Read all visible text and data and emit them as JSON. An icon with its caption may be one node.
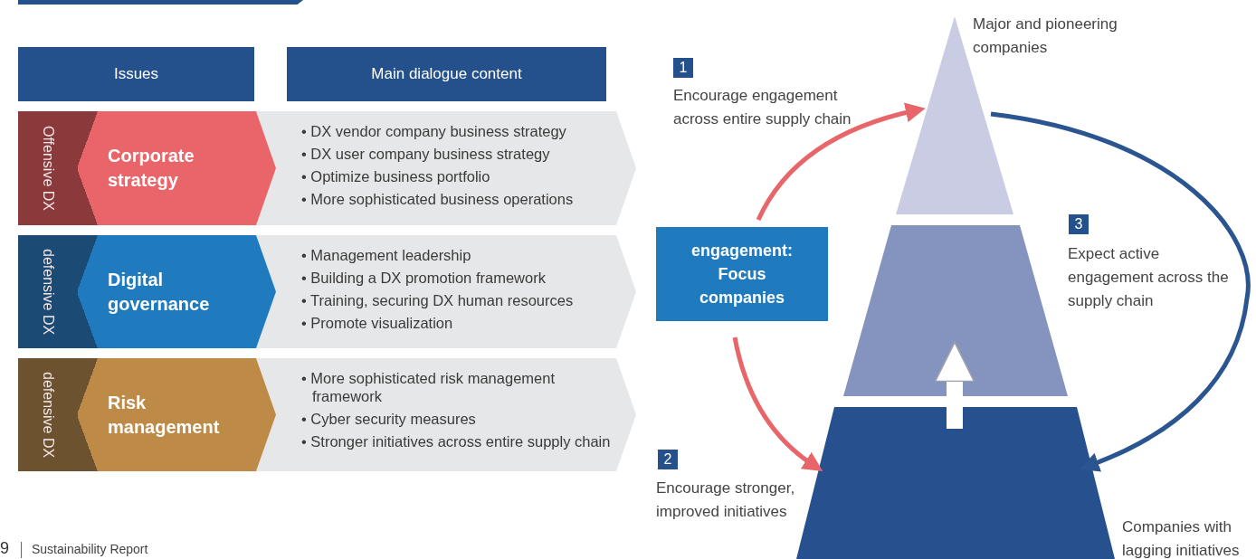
{
  "diagram": {
    "nodes": [
      {
        "text": [
          "Issues"
        ]
      },
      {
        "text": [
          "Main dialogue content"
        ]
      },
      {
        "text": [
          "Offensive DX"
        ]
      },
      {
        "text": [
          "Corporate strategy"
        ]
      },
      {
        "text": [
          "• DX vendor company business strategy",
          "• DX user company business strategy",
          "• Optimize business portfolio",
          "• More sophisticated business operations"
        ]
      },
      {
        "text": [
          "defensive DX"
        ]
      },
      {
        "text": [
          "Digital governance"
        ]
      },
      {
        "text": [
          "• Management leadership",
          "• Building a DX promotion framework",
          "• Training, securing DX human resources",
          "• Promote visualization"
        ]
      },
      {
        "text": [
          "defensive DX"
        ]
      },
      {
        "text": [
          "Risk management"
        ]
      },
      {
        "text": [
          "• More sophisticated risk management framework",
          "• Cyber security measures",
          "• Stronger initiatives across entire supply chain"
        ]
      },
      {
        "text": [
          "engagement: Focus companies"
        ]
      },
      {
        "text": [],
        "shape": "triangle",
        "beside": [
          "Major and pioneering companies"
        ]
      },
      {
        "text": [],
        "shape": "trapezoid"
      },
      {
        "text": [],
        "shape": "trapezoid",
        "beside": [
          "Companies with lagging initiatives"
        ]
      }
    ],
    "edges": [
      {
        "from": 11,
        "to": 12,
        "arrow": "to",
        "label": "Encourage engagement across entire supply chain",
        "color": "#e8666a"
      },
      {
        "from": 11,
        "to": 14,
        "arrow": "to",
        "label": "Encourage stronger, improved initiatives",
        "color": "#e8666a"
      },
      {
        "from": 12,
        "to": 14,
        "arrow": "to",
        "label": "Expect active engagement across the supply chain",
        "color": "#2a5590"
      },
      {
        "from": 14,
        "to": 13,
        "arrow": "to",
        "style": "thick",
        "color": "#ffffff"
      }
    ],
    "labels": [
      "1",
      "2",
      "3",
      "9",
      "Sustainability Report"
    ]
  }
}
